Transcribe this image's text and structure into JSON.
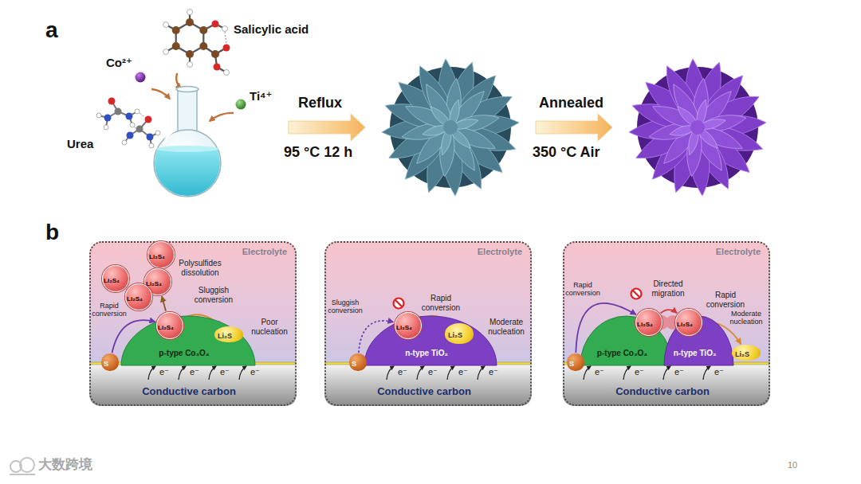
{
  "diagram": {
    "nodes": [
      {
        "text": [
          "Electrolyte"
        ]
      },
      {
        "text": [
          "Li₂S₄"
        ],
        "in": 0
      },
      {
        "text": [
          "Li₂S₄"
        ],
        "in": 0
      },
      {
        "text": [
          "Li₂S₄"
        ],
        "in": 0
      },
      {
        "text": [
          "Li₂S₄"
        ],
        "in": 0
      },
      {
        "text": [
          "Li₂S₄"
        ],
        "in": 0
      },
      {
        "text": [
          "p-type Co₃O₄"
        ],
        "in": 0
      },
      {
        "text": [
          "Li₂S"
        ],
        "in": 0
      },
      {
        "text": [
          "S"
        ],
        "in": 0
      },
      {
        "text": [
          "Conductive carbon"
        ],
        "in": 0
      },
      {
        "text": [
          "Electrolyte"
        ]
      },
      {
        "text": [
          "Li₂S₄"
        ],
        "in": 10
      },
      {
        "text": [
          "n-type TiO₂"
        ],
        "in": 10
      },
      {
        "text": [
          "Li₂S"
        ],
        "in": 10
      },
      {
        "text": [
          "S"
        ],
        "in": 10
      },
      {
        "text": [
          "Conductive carbon"
        ],
        "in": 10
      },
      {
        "text": [
          "Electrolyte"
        ]
      },
      {
        "text": [
          "Li₂S₄"
        ],
        "in": 16
      },
      {
        "text": [
          "Li₂S₄"
        ],
        "in": 16
      },
      {
        "text": [
          "p-type Co₃O₄"
        ],
        "in": 16
      },
      {
        "text": [
          "n-type TiO₂"
        ],
        "in": 16
      },
      {
        "text": [
          "Li₂S"
        ],
        "in": 16
      },
      {
        "text": [
          "S"
        ],
        "in": 16
      },
      {
        "text": [
          "Conductive carbon"
        ],
        "in": 16
      }
    ],
    "edges": [
      {
        "from": 8,
        "to": 5,
        "arrow": "to"
      },
      {
        "from": 5,
        "to": 7,
        "arrow": "to"
      },
      {
        "from": 5,
        "to": 3,
        "arrow": "to"
      },
      {
        "from": 14,
        "to": 11,
        "arrow": "to"
      },
      {
        "from": 11,
        "to": 13,
        "arrow": "to"
      },
      {
        "from": 22,
        "to": 17,
        "arrow": "to"
      },
      {
        "from": 17,
        "to": 18,
        "arrow": "to"
      },
      {
        "from": 18,
        "to": 21,
        "arrow": "to"
      }
    ],
    "labels": [
      "a",
      "Salicylic acid",
      "Co²⁺",
      "Ti⁴⁺",
      "Urea",
      "Reflux",
      "95 °C 12 h",
      "Annealed",
      "350 °C Air",
      "b",
      "Polysulfides dissolution",
      "Sluggish conversion",
      "Rapid conversion",
      "Poor nucleation",
      "e⁻",
      "e⁻",
      "e⁻",
      "e⁻",
      "Rapid conversion",
      "Sluggish conversion",
      "Moderate nucleation",
      "e⁻",
      "e⁻",
      "e⁻",
      "e⁻",
      "Directed migration",
      "Rapid conversion",
      "Rapid conversion",
      "Moderate nucleation",
      "e⁻",
      "e⁻",
      "e⁻",
      "e⁻",
      "大数跨境",
      "10"
    ]
  }
}
